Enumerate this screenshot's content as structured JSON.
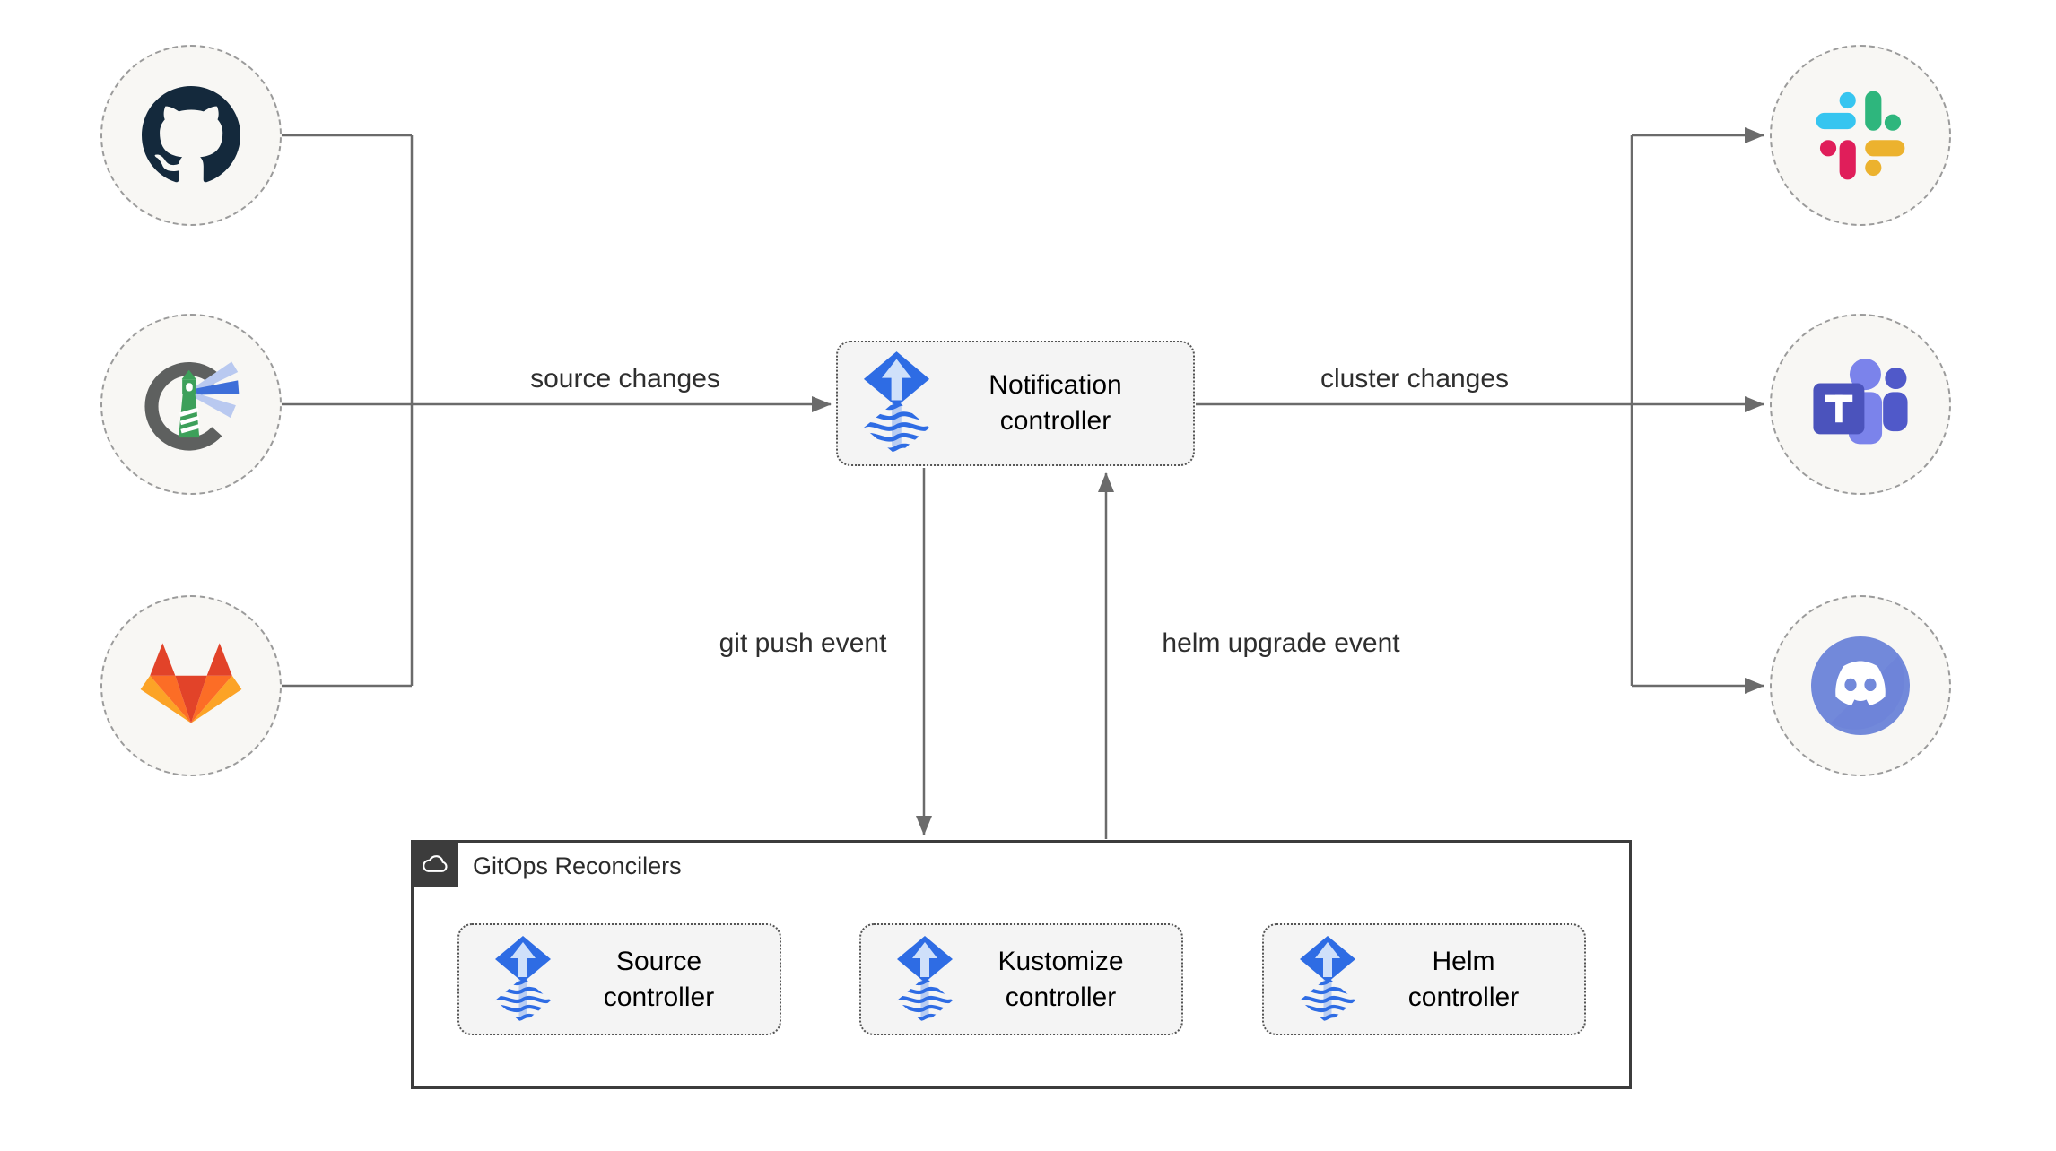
{
  "edges": {
    "source_changes": "source changes",
    "cluster_changes": "cluster changes",
    "git_push_event": "git push event",
    "helm_upgrade_event": "helm upgrade event"
  },
  "nodes": {
    "notification": {
      "line1": "Notification",
      "line2": "controller"
    },
    "reconcilers": [
      {
        "line1": "Source",
        "line2": "controller"
      },
      {
        "line1": "Kustomize",
        "line2": "controller"
      },
      {
        "line1": "Helm",
        "line2": "controller"
      }
    ]
  },
  "container": {
    "title": "GitOps Reconcilers",
    "icon": "cloud-icon"
  },
  "icons": {
    "left_sources": [
      "github-icon",
      "harbor-icon",
      "gitlab-icon"
    ],
    "right_targets": [
      "slack-icon",
      "teams-icon",
      "discord-icon"
    ],
    "controller_icon": "flux-icon"
  },
  "colors": {
    "flux_blue": "#2e6ce4",
    "flux_light_blue": "#cfe0fa",
    "connector_gray": "#6b6b6b",
    "node_background": "#f4f4f4",
    "circle_background": "#f8f7f4",
    "container_border": "#3c3c3c",
    "github_navy": "#14293c",
    "harbor_gray": "#5e605f",
    "harbor_green": "#3da05a",
    "harbor_beam_blue": "#3e6fd9",
    "gitlab_red": "#e24329",
    "gitlab_orange": "#fc6d26",
    "gitlab_yellow": "#fca326",
    "slack_blue": "#36c5f0",
    "slack_green": "#2eb67d",
    "slack_yellow": "#ecb22e",
    "slack_pink": "#e01e5a",
    "teams_purple": "#4b53bc",
    "teams_light_purple": "#7b83eb",
    "teams_dark_purple": "#5059c9",
    "discord_blurple": "#7289da"
  }
}
